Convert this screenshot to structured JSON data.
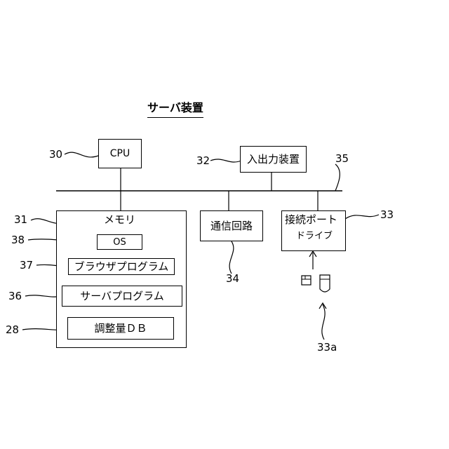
{
  "title": "サーバ装置",
  "cpu": {
    "label": "CPU",
    "ref": "30"
  },
  "io_device": {
    "label": "入出力装置",
    "ref": "32"
  },
  "bus": {
    "ref": "35"
  },
  "memory": {
    "label": "メモリ",
    "ref": "31",
    "os": {
      "label": "OS",
      "ref": "38"
    },
    "browser_program": {
      "label": "ブラウザプログラム",
      "ref": "37"
    },
    "server_program": {
      "label": "サーバプログラム",
      "ref": "36"
    },
    "adjustment_db": {
      "label": "調整量ＤＢ",
      "ref": "28"
    }
  },
  "comm_circuit": {
    "label": "通信回路",
    "ref": "34"
  },
  "port": {
    "label": "接続ポート",
    "sub_label": "ドライブ",
    "ref": "33"
  },
  "media": {
    "ref": "33a"
  }
}
